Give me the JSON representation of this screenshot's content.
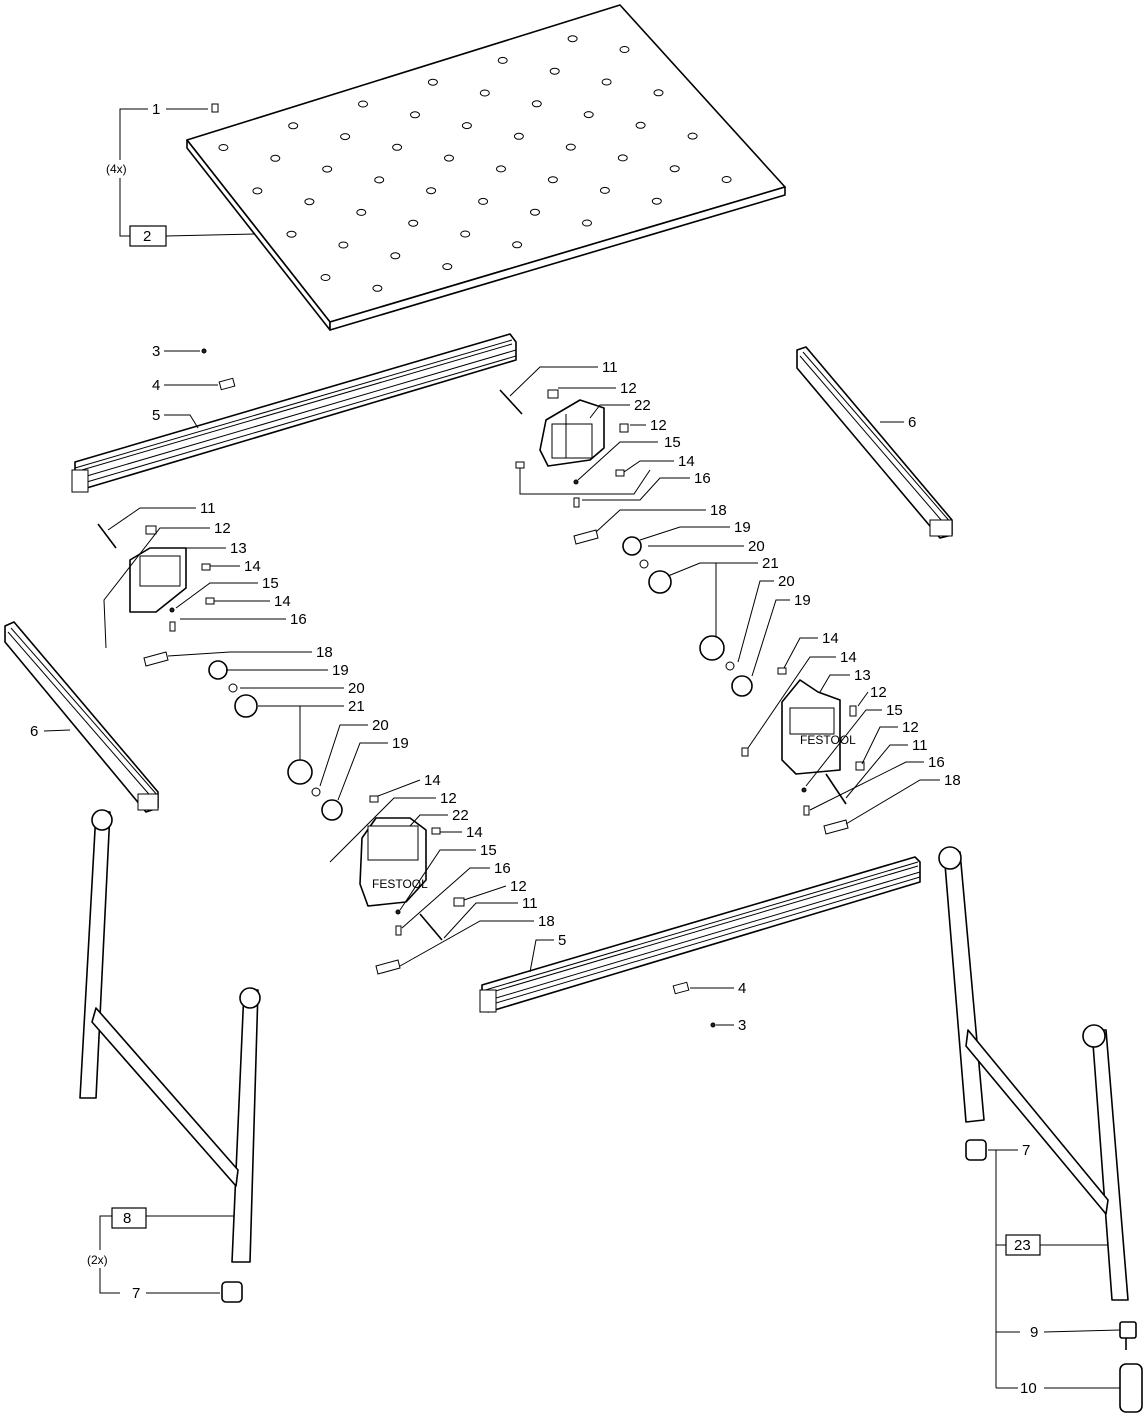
{
  "diagram": {
    "callouts": {
      "c1": "1",
      "c2": "2",
      "c4x": "(4x)",
      "c3a": "3",
      "c4a": "4",
      "c5a": "5",
      "c11a": "11",
      "c12a": "12",
      "c22a": "22",
      "c12b": "12",
      "c15a": "15",
      "c14a": "14",
      "c16a": "16",
      "c6a": "6",
      "c18a": "18",
      "c19a": "19",
      "c20a": "20",
      "c21a": "21",
      "c20b": "20",
      "c19b": "19",
      "c11b": "11",
      "c12c": "12",
      "c13a": "13",
      "c14b": "14",
      "c15b": "15",
      "c14c": "14",
      "c16b": "16",
      "c6b": "6",
      "c18b": "18",
      "c19c": "19",
      "c20c": "20",
      "c21b": "21",
      "c20d": "20",
      "c19d": "19",
      "c14d": "14",
      "c14e": "14",
      "c13b": "13",
      "c12d": "12",
      "c15c": "15",
      "c12e": "12",
      "c11c": "11",
      "c16c": "16",
      "c18c": "18",
      "c14f": "14",
      "c12f": "12",
      "c22b": "22",
      "c14g": "14",
      "c15d": "15",
      "c16d": "16",
      "c12g": "12",
      "c11d": "11",
      "c18d": "18",
      "c5b": "5",
      "c4b": "4",
      "c3b": "3",
      "c8": "8",
      "c2x": "(2x)",
      "c7a": "7",
      "c7b": "7",
      "c23": "23",
      "c9": "9",
      "c10": "10"
    },
    "brand_mark": "FESTOOL"
  }
}
